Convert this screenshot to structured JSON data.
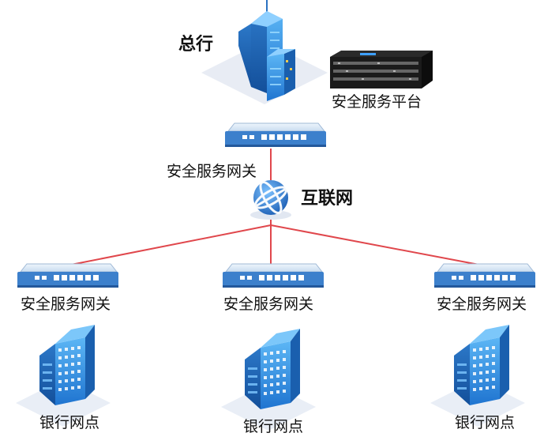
{
  "headquarters": {
    "label": "总行"
  },
  "platform": {
    "label": "安全服务平台"
  },
  "internet": {
    "label": "互联网"
  },
  "gateways": {
    "top": "安全服务网关",
    "left": "安全服务网关",
    "center": "安全服务网关",
    "right": "安全服务网关"
  },
  "branches": {
    "left": "银行网点",
    "center": "银行网点",
    "right": "银行网点"
  },
  "colors": {
    "link": "#e0474c",
    "platform_link": "#e0474c",
    "building": "#2b8be0",
    "building_dark": "#1a5fae",
    "gateway": "#3b7fc9",
    "shadow": "#e8ecf4"
  },
  "icons": [
    "building-icon",
    "server-rack-icon",
    "gateway-icon",
    "globe-icon"
  ]
}
